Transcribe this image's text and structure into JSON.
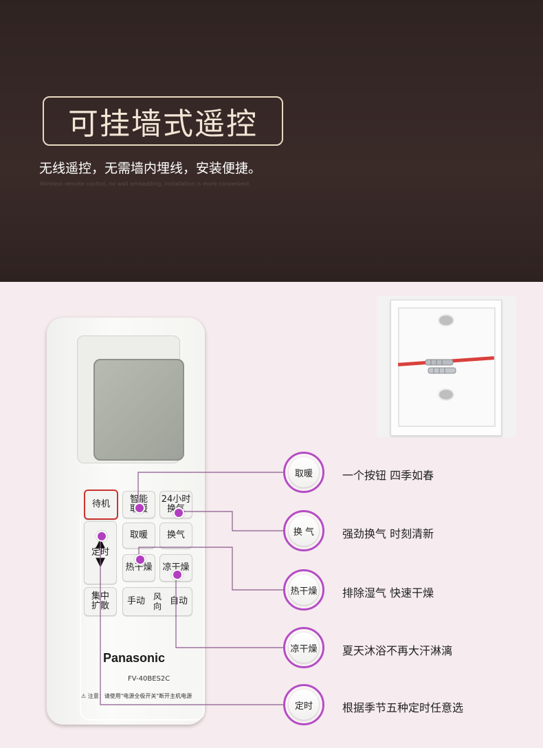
{
  "banner": {
    "title": "可挂墙式遥控",
    "subtitle": "无线遥控，无需墙内埋线，安装便捷。",
    "subtitle_en": "Wireless remote control, no wall embedding, installation is more convenient"
  },
  "remote": {
    "buttons": {
      "standby": "待机",
      "smart_heat": "智能\n取暖",
      "ventilate_24h": "24小时\n换气",
      "heat": "取暖",
      "ventilate": "换气",
      "timer": "定时",
      "hot_dry": "热干燥",
      "cool_dry": "凉干燥",
      "diffuse": "集中\n扩散",
      "manual": "手动",
      "wind_dir": "风\n向",
      "auto": "自动"
    },
    "brand": "Panasonic",
    "model": "FV-40BES2C",
    "notice": "⚠ 注意：请使用\"电源全极开关\"断开主机电源"
  },
  "features": [
    {
      "label": "取暖",
      "desc": "一个按钮 四季如春"
    },
    {
      "label": "换 气",
      "desc": "强劲换气 时刻清新"
    },
    {
      "label": "热干燥",
      "desc": "排除湿气 快速干燥"
    },
    {
      "label": "凉干燥",
      "desc": "夏天沐浴不再大汗淋漓"
    },
    {
      "label": "定时",
      "desc": "根据季节五种定时任意选"
    }
  ],
  "colors": {
    "banner_bg": "#33262480",
    "accent": "#b44dc5",
    "standby_border": "#c8342f"
  }
}
